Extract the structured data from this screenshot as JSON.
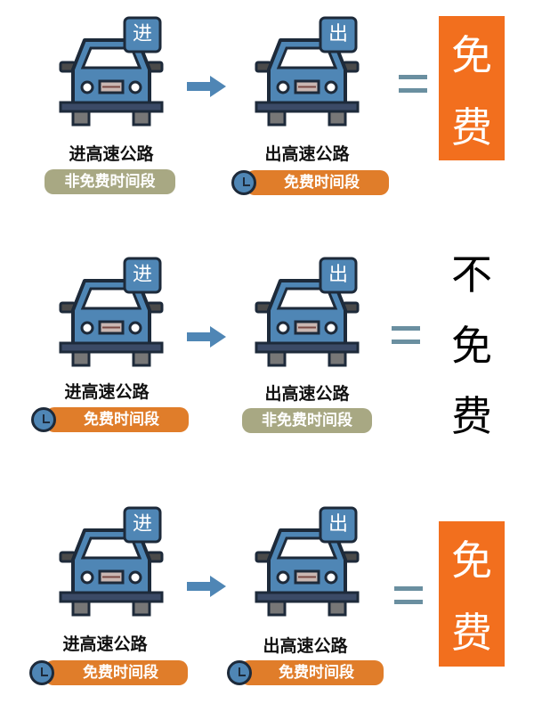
{
  "colors": {
    "car_body": "#4f86b5",
    "outline": "#1d2a3a",
    "free_orange": "#e07d2a",
    "nonfree_gray": "#a8a883",
    "result_orange": "#f26f1e",
    "arrow": "#4f86b5"
  },
  "rows": [
    {
      "entry": {
        "badge": "进",
        "label": "进高速公路",
        "pill": "非免费时间段"
      },
      "exit": {
        "badge": "出",
        "label": "出高速公路",
        "pill": "免费时间段"
      },
      "result": [
        "免",
        "费"
      ]
    },
    {
      "entry": {
        "badge": "进",
        "label": "进高速公路",
        "pill": "免费时间段"
      },
      "exit": {
        "badge": "出",
        "label": "出高速公路",
        "pill": "非免费时间段"
      },
      "result": [
        "不",
        "免",
        "费"
      ]
    },
    {
      "entry": {
        "badge": "进",
        "label": "进高速公路",
        "pill": "免费时间段"
      },
      "exit": {
        "badge": "出",
        "label": "出高速公路",
        "pill": "免费时间段"
      },
      "result": [
        "免",
        "费"
      ]
    }
  ]
}
